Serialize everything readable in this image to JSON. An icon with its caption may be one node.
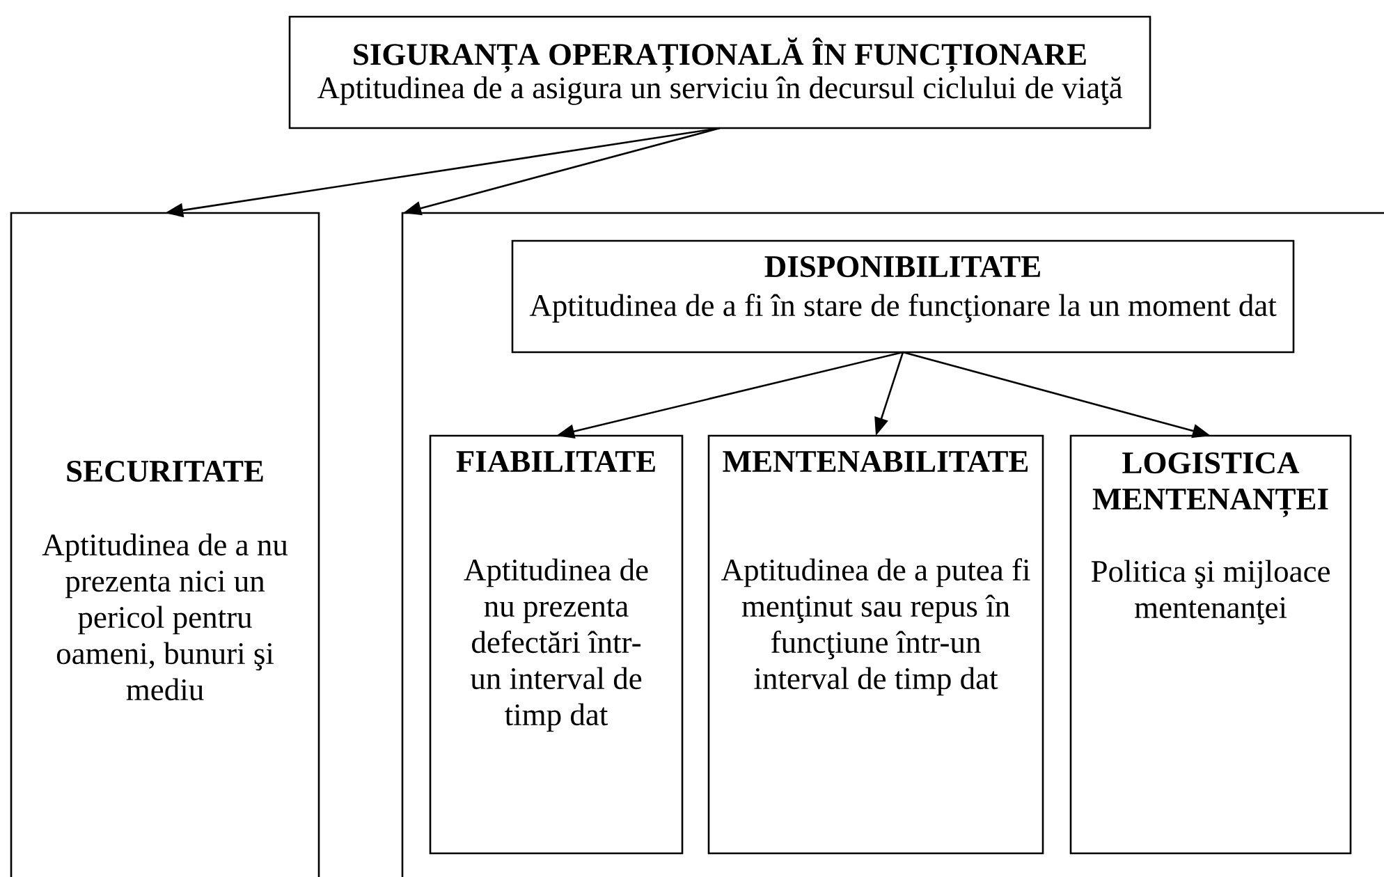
{
  "diagram": {
    "nodes": [
      {
        "text": [
          "SIGURANȚA OPERAȚIONALĂ ÎN FUNCȚIONARE",
          "Aptitudinea de a asigura un serviciu în decursul ciclului de viaţă"
        ]
      },
      {
        "text": [
          "SECURITATE",
          "Aptitudinea de a nu prezenta nici un pericol pentru oameni, bunuri şi mediu"
        ]
      },
      {
        "text": [],
        "shape": "box"
      },
      {
        "text": [
          "DISPONIBILITATE",
          "Aptitudinea de a fi în stare de funcţionare la un moment dat"
        ],
        "in": 2
      },
      {
        "text": [
          "FIABILITATE",
          "Aptitudinea de nu prezenta defectări într-un interval de timp dat"
        ],
        "in": 2
      },
      {
        "text": [
          "MENTENABILITATE",
          "Aptitudinea de a putea fi menţinut sau repus în funcţiune într-un interval de timp dat"
        ],
        "in": 2
      },
      {
        "text": [
          "LOGISTICA MENTENANȚEI",
          "Politica şi mijloace mentenanţei"
        ],
        "in": 2
      }
    ],
    "edges": [
      {
        "from": 0,
        "to": 1,
        "arrow": "to"
      },
      {
        "from": 0,
        "to": 2,
        "arrow": "to"
      },
      {
        "from": 3,
        "to": 4,
        "arrow": "to"
      },
      {
        "from": 3,
        "to": 5,
        "arrow": "to"
      },
      {
        "from": 3,
        "to": 6,
        "arrow": "to"
      }
    ]
  }
}
